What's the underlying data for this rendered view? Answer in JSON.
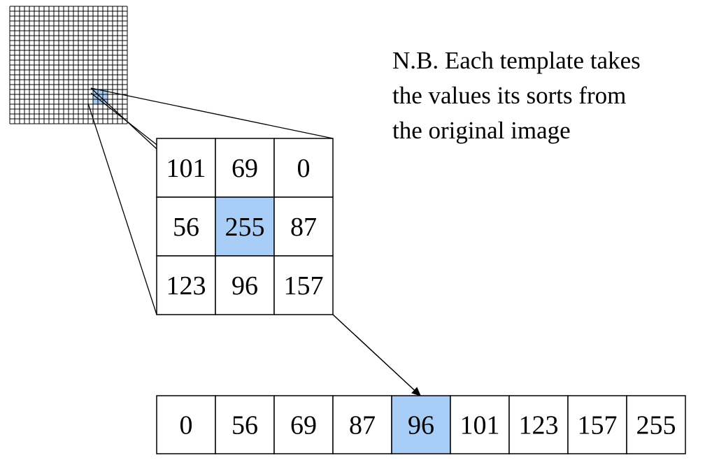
{
  "note": {
    "lines": [
      "N.B. Each template takes",
      "the values its sorts from",
      "the original image"
    ]
  },
  "template": {
    "rows": [
      [
        "101",
        "69",
        "0"
      ],
      [
        "56",
        "255",
        "87"
      ],
      [
        "123",
        "96",
        "157"
      ]
    ],
    "highlight": [
      1,
      1
    ]
  },
  "sorted": {
    "values": [
      "0",
      "56",
      "69",
      "87",
      "96",
      "101",
      "123",
      "157",
      "255"
    ],
    "highlight_index": 4
  },
  "colors": {
    "highlight": "#a8cdf7",
    "line": "#000000",
    "background": "#ffffff"
  }
}
